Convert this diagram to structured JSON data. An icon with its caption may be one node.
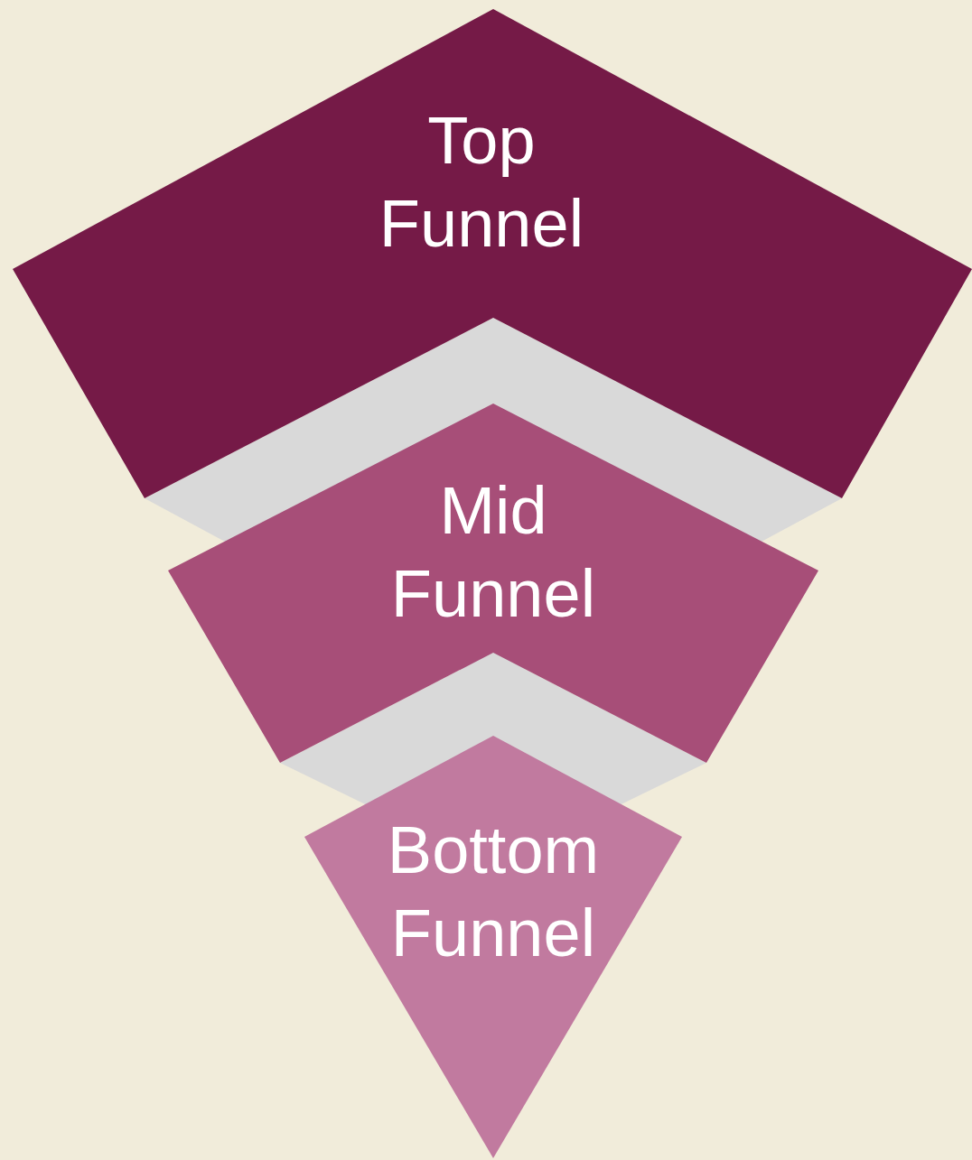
{
  "diagram": {
    "nodes": [
      {
        "text": [
          "Top Funnel"
        ]
      },
      {
        "text": [
          "Mid Funnel"
        ]
      },
      {
        "text": [
          "Bottom Funnel"
        ]
      }
    ]
  }
}
